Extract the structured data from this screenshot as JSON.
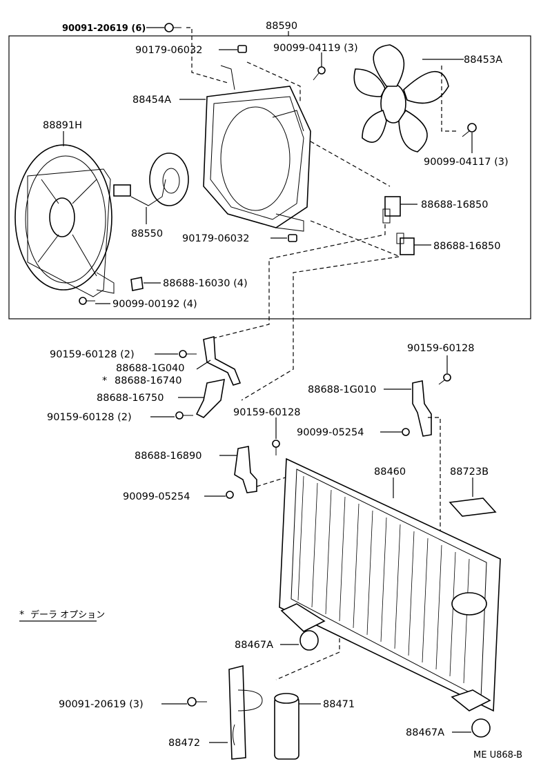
{
  "diagram": {
    "labels": {
      "top_bolt": "90091-20619 (6)",
      "fan_assy": "88590",
      "clip_top": "90179-06032",
      "bolt_top": "90099-04119 (3)",
      "fan_blade": "88453A",
      "shroud": "88454A",
      "motor_fan": "88891H",
      "bolt_fan": "90099-04117 (3)",
      "relay_1": "88688-16850",
      "motor": "88550",
      "clip_bottom": "90179-06032",
      "relay_2": "88688-16850",
      "clip_fan": "88688-16030 (4)",
      "bolt_fan_bottom": "90099-00192 (4)",
      "bolt_bracket_1": "90159-60128 (2)",
      "bracket_1": "88688-1G040",
      "bracket_1_opt": "88688-16740",
      "bracket_2": "88688-16750",
      "bolt_bracket_2": "90159-60128 (2)",
      "bolt_right": "90159-60128",
      "bracket_right": "88688-1G010",
      "bolt_mid": "90159-60128",
      "nut_right": "90099-05254",
      "bracket_left": "88688-16890",
      "condenser": "88460",
      "label_plate": "88723B",
      "nut_left": "90099-05254",
      "option_note": "デーラ オプション",
      "cushion_1": "88467A",
      "bolt_receiver": "90091-20619 (3)",
      "receiver": "88471",
      "receiver_bracket": "88472",
      "cushion_2": "88467A",
      "ref_code": "ME U868-B"
    },
    "option_mark": "*"
  }
}
